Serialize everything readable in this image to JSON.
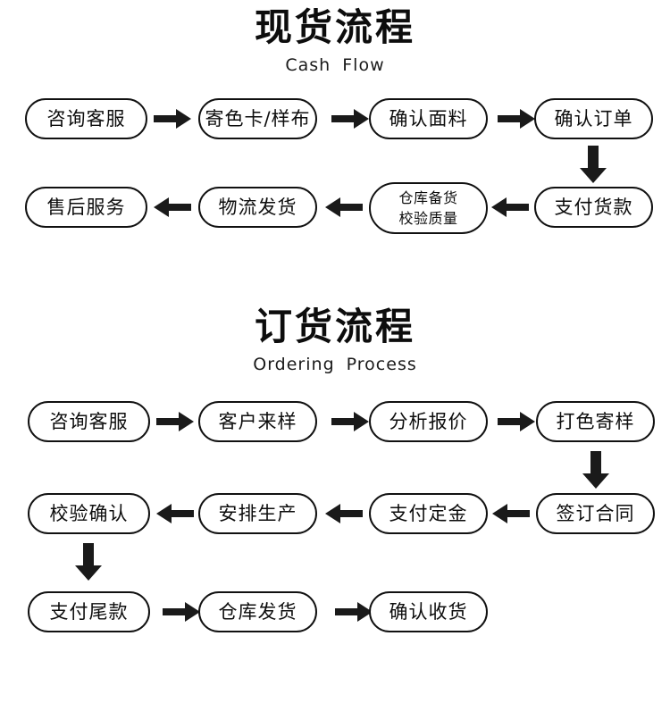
{
  "sections": [
    {
      "title_zh": "现货流程",
      "title_en": "Cash  Flow",
      "steps": {
        "s1": "咨询客服",
        "s2": "寄色卡/样布",
        "s3": "确认面料",
        "s4": "确认订单",
        "s5": "支付货款",
        "s6_line1": "仓库备货",
        "s6_line2": "校验质量",
        "s7": "物流发货",
        "s8": "售后服务"
      }
    },
    {
      "title_zh": "订货流程",
      "title_en": "Ordering  Process",
      "steps": {
        "s1": "咨询客服",
        "s2": "客户来样",
        "s3": "分析报价",
        "s4": "打色寄样",
        "s5": "签订合同",
        "s6": "支付定金",
        "s7": "安排生产",
        "s8": "校验确认",
        "s9": "支付尾款",
        "s10": "仓库发货",
        "s11": "确认收货"
      }
    }
  ],
  "arrow_icons": {
    "right": "arrow-right-icon",
    "left": "arrow-left-icon",
    "down": "arrow-down-icon"
  },
  "colors": {
    "ink": "#111111",
    "background": "#ffffff"
  }
}
